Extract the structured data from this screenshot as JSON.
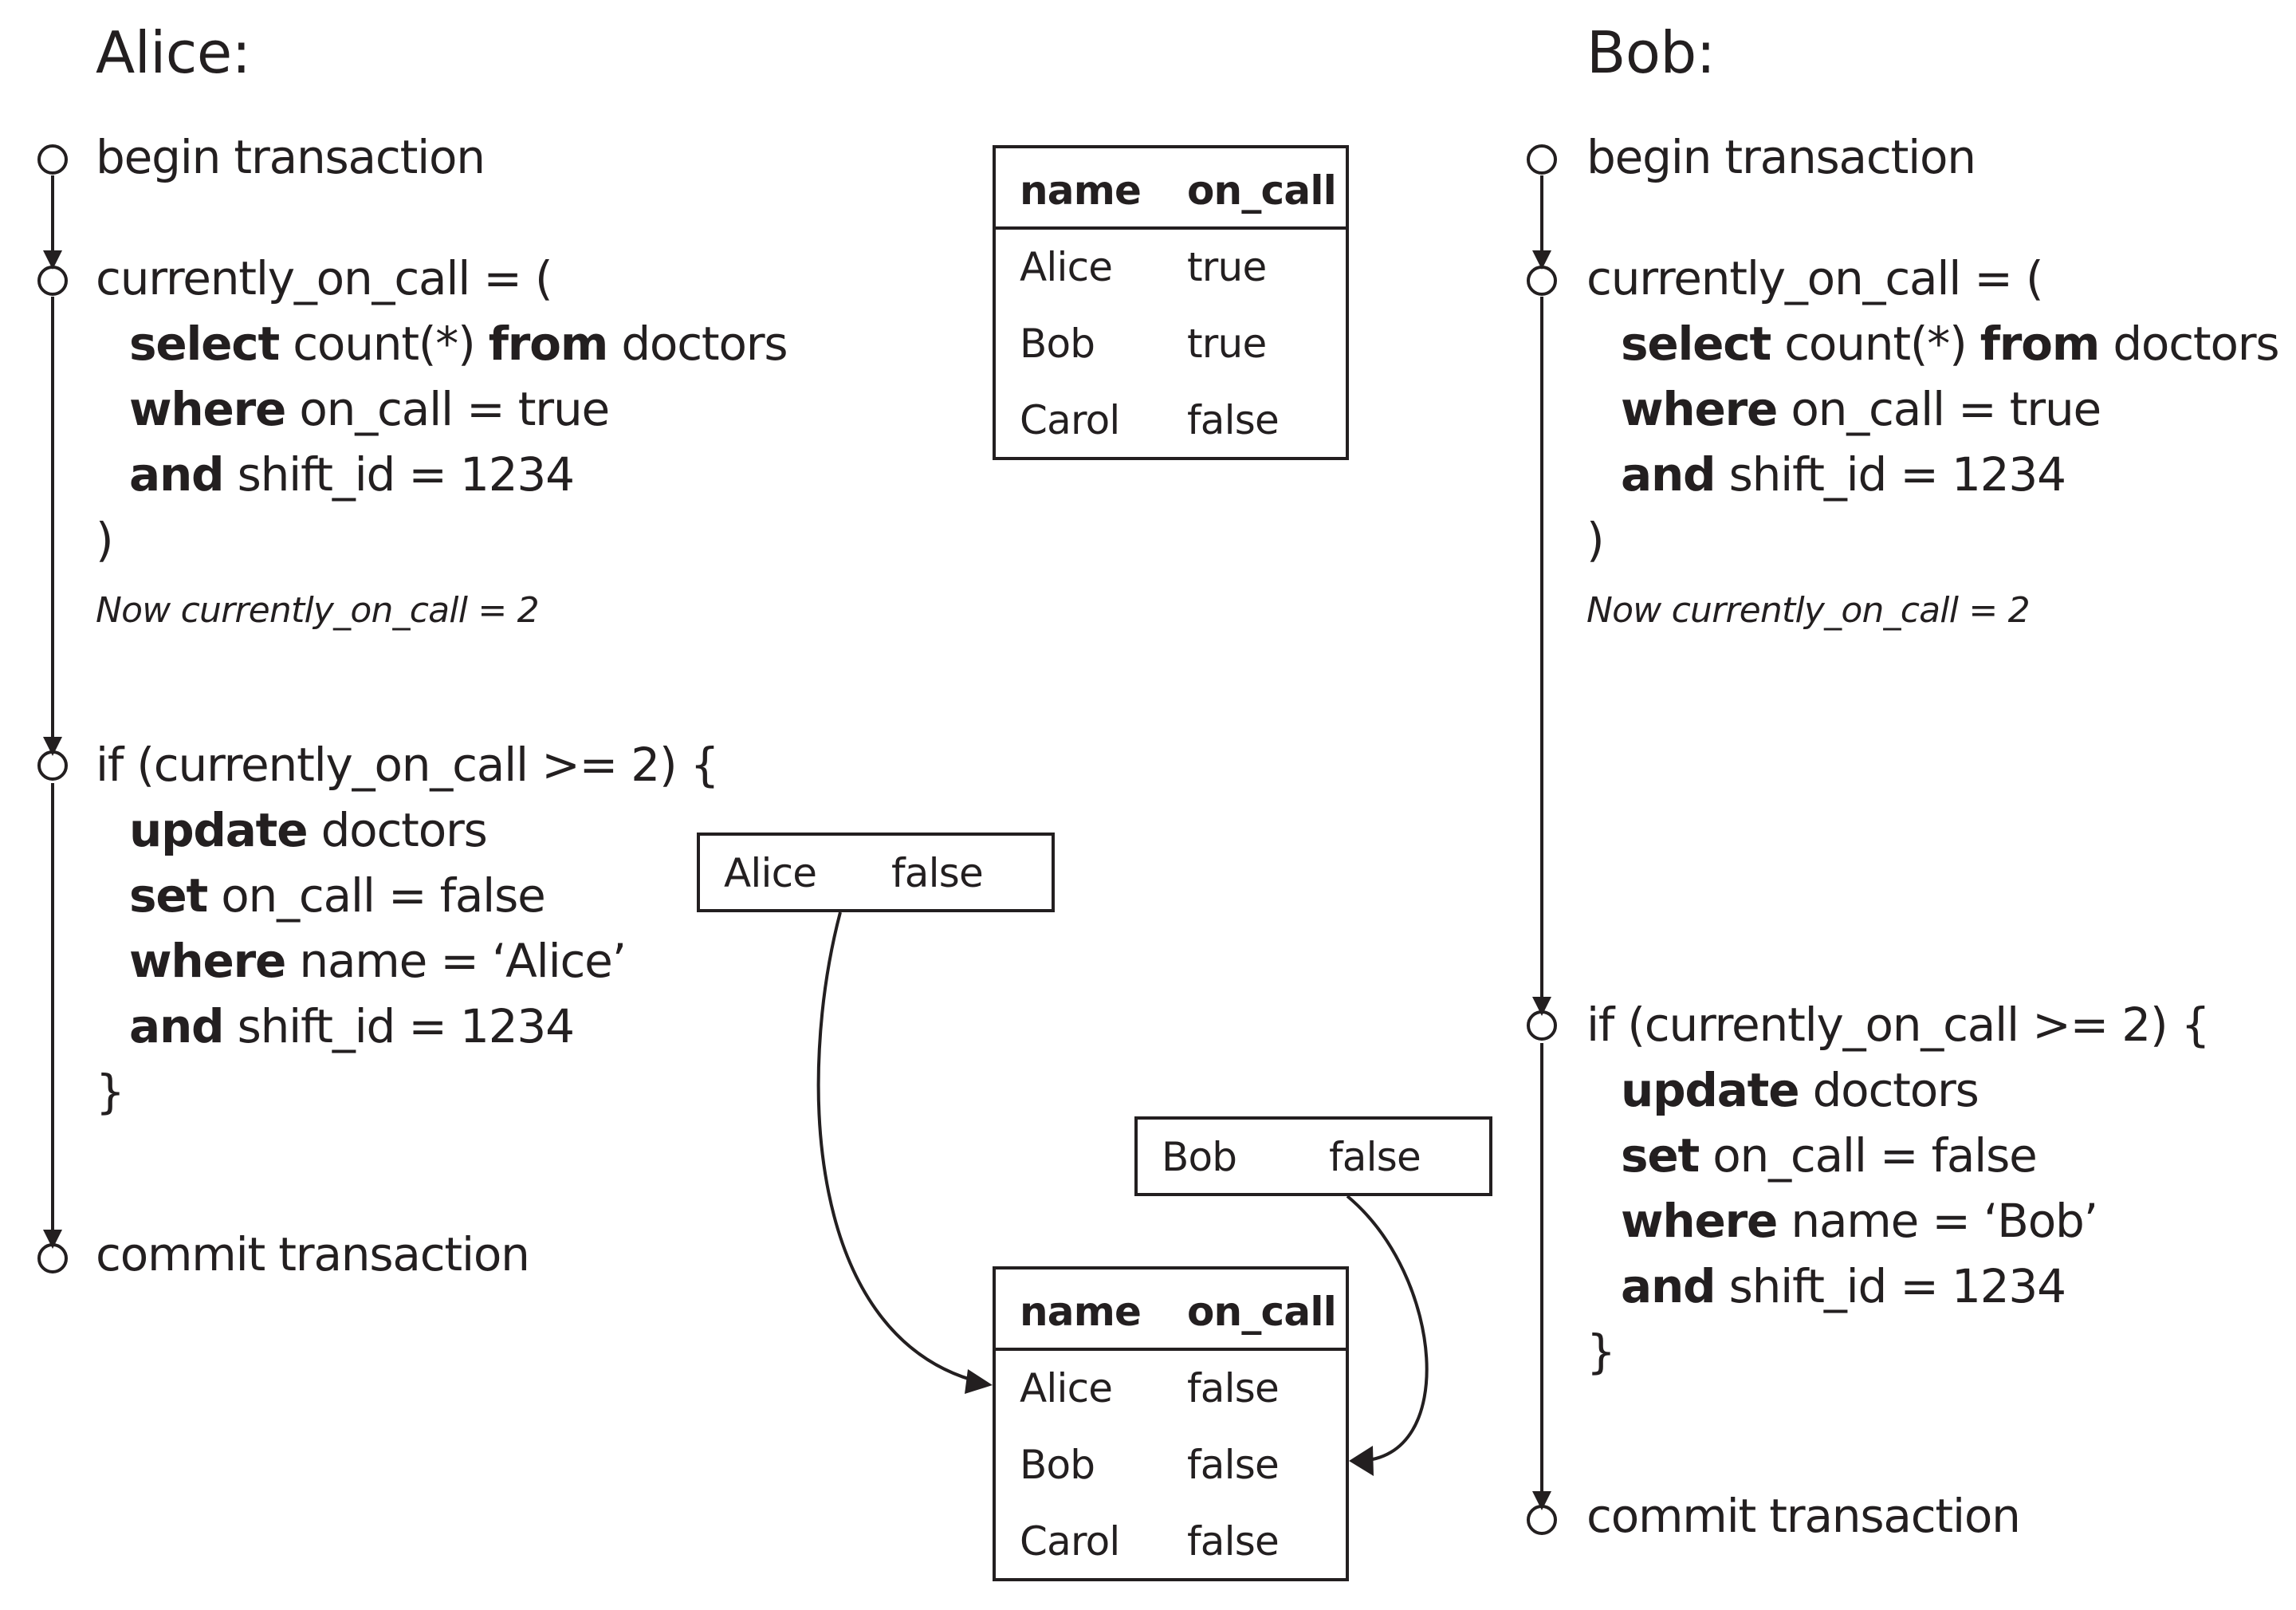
{
  "alice": {
    "actor": "Alice:",
    "begin": "begin transaction",
    "query": {
      "open": "currently_on_call = (",
      "line1_kw1": "select",
      "line1_mid": " count(*) ",
      "line1_kw2": "from",
      "line1_end": " doctors",
      "line2_kw": "where",
      "line2_rest": " on_call = true",
      "line3_kw": "and",
      "line3_rest": " shift_id = 1234",
      "close": ")"
    },
    "note": "Now currently_on_call = 2",
    "update": {
      "if_line": "if (currently_on_call >= 2) {",
      "l1_kw": "update",
      "l1_rest": " doctors",
      "l2_kw": "set",
      "l2_rest": " on_call = false",
      "l3_kw": "where",
      "l3_rest": " name = ‘Alice’",
      "l4_kw": "and",
      "l4_rest": " shift_id = 1234",
      "close": "}"
    },
    "commit": "commit transaction"
  },
  "bob": {
    "actor": "Bob:",
    "begin": "begin transaction",
    "query": {
      "open": "currently_on_call = (",
      "line1_kw1": "select",
      "line1_mid": " count(*) ",
      "line1_kw2": "from",
      "line1_end": " doctors",
      "line2_kw": "where",
      "line2_rest": " on_call = true",
      "line3_kw": "and",
      "line3_rest": " shift_id = 1234",
      "close": ")"
    },
    "note": "Now currently_on_call = 2",
    "update": {
      "if_line": "if (currently_on_call >= 2) {",
      "l1_kw": "update",
      "l1_rest": " doctors",
      "l2_kw": "set",
      "l2_rest": " on_call = false",
      "l3_kw": "where",
      "l3_rest": " name = ‘Bob’",
      "l4_kw": "and",
      "l4_rest": " shift_id = 1234",
      "close": "}"
    },
    "commit": "commit transaction"
  },
  "table_before": {
    "headers": [
      "name",
      "on_call"
    ],
    "rows": [
      [
        "Alice",
        "true"
      ],
      [
        "Bob",
        "true"
      ],
      [
        "Carol",
        "false"
      ]
    ]
  },
  "write_alice": {
    "name": "Alice",
    "value": "false"
  },
  "write_bob": {
    "name": "Bob",
    "value": "false"
  },
  "table_after": {
    "headers": [
      "name",
      "on_call"
    ],
    "rows": [
      [
        "Alice",
        "false"
      ],
      [
        "Bob",
        "false"
      ],
      [
        "Carol",
        "false"
      ]
    ]
  },
  "colors": {
    "ink": "#231f20",
    "background": "#ffffff"
  }
}
